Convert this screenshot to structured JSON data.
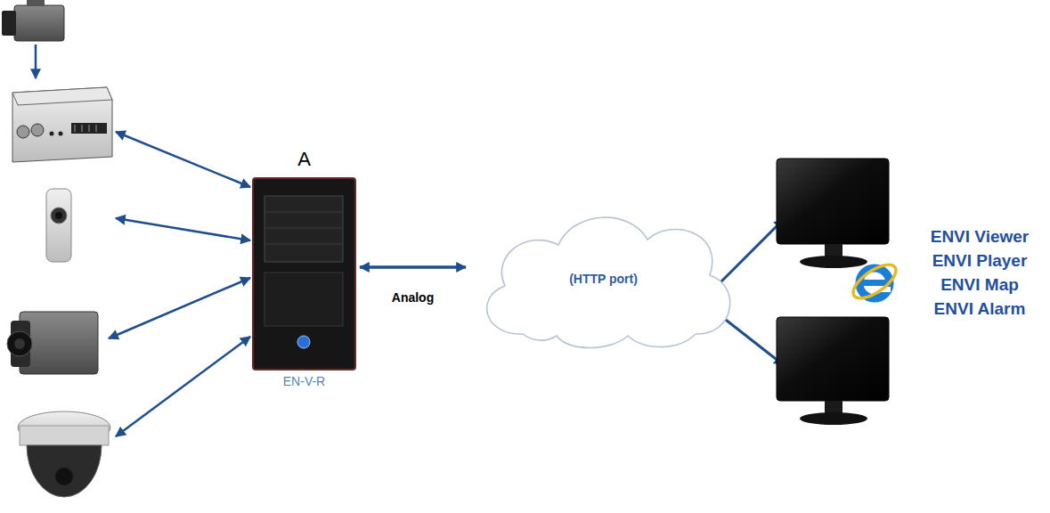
{
  "diagram": {
    "nodes": [
      {
        "text": [
          "A",
          "EN-V-R"
        ]
      },
      {
        "text": [
          "(HTTP port)"
        ]
      }
    ],
    "edges": [
      {
        "from": 0,
        "to": 1,
        "arrow": "both",
        "label": "Analog"
      }
    ],
    "labels": [
      "ENVI Viewer",
      "ENVI Player",
      "ENVI Map",
      "ENVI Alarm"
    ]
  }
}
